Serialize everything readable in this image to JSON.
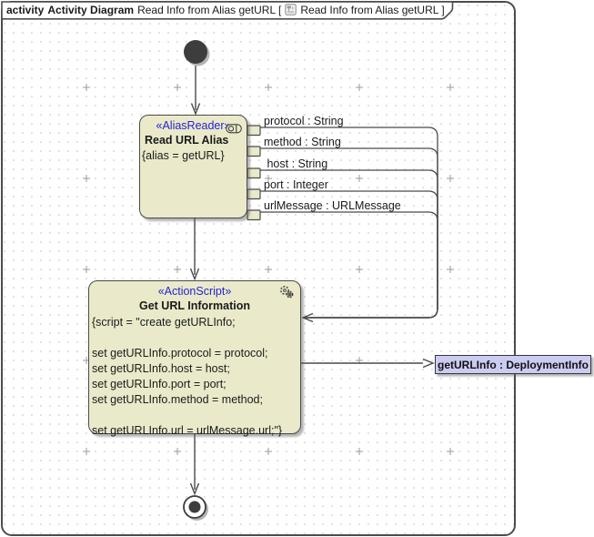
{
  "frame": {
    "tab": {
      "keyword": "activity",
      "diagram_type": "Activity Diagram",
      "diagram_name": "Read Info from Alias getURL [",
      "view_name": "Read Info from Alias getURL ]",
      "icon": "activity-diagram-icon"
    }
  },
  "nodes": {
    "start": {
      "kind": "initial-node"
    },
    "alias_reader": {
      "stereotype": "«AliasReader»",
      "name": "Read URL Alias",
      "properties": "{alias = getURL}",
      "icon": "pill-action-icon"
    },
    "action_script": {
      "stereotype": "«ActionScript»",
      "name": "Get URL Information",
      "icon": "gears-icon",
      "script_lines": [
        "{script = \"create getURLInfo;",
        "",
        "set getURLInfo.protocol = protocol;",
        "set getURLInfo.host = host;",
        "set getURLInfo.port = port;",
        "set getURLInfo.method = method;",
        "",
        "set getURLInfo.url = urlMessage.url;\"}"
      ]
    },
    "output_object": {
      "label": "getURLInfo : DeploymentInfo"
    },
    "final": {
      "kind": "activity-final-node"
    }
  },
  "pins": [
    {
      "label": "protocol : String"
    },
    {
      "label": "method : String"
    },
    {
      "label": " host : String"
    },
    {
      "label": "port : Integer"
    },
    {
      "label": "urlMessage : URLMessage"
    }
  ],
  "colors": {
    "node_fill": "#eaeacb",
    "object_fill": "#ccccf2",
    "stereotype_text": "#2424cf",
    "line": "#4a4a4a",
    "grid_dot": "#bfbfbf",
    "node_dark": "#3d3d3d"
  }
}
